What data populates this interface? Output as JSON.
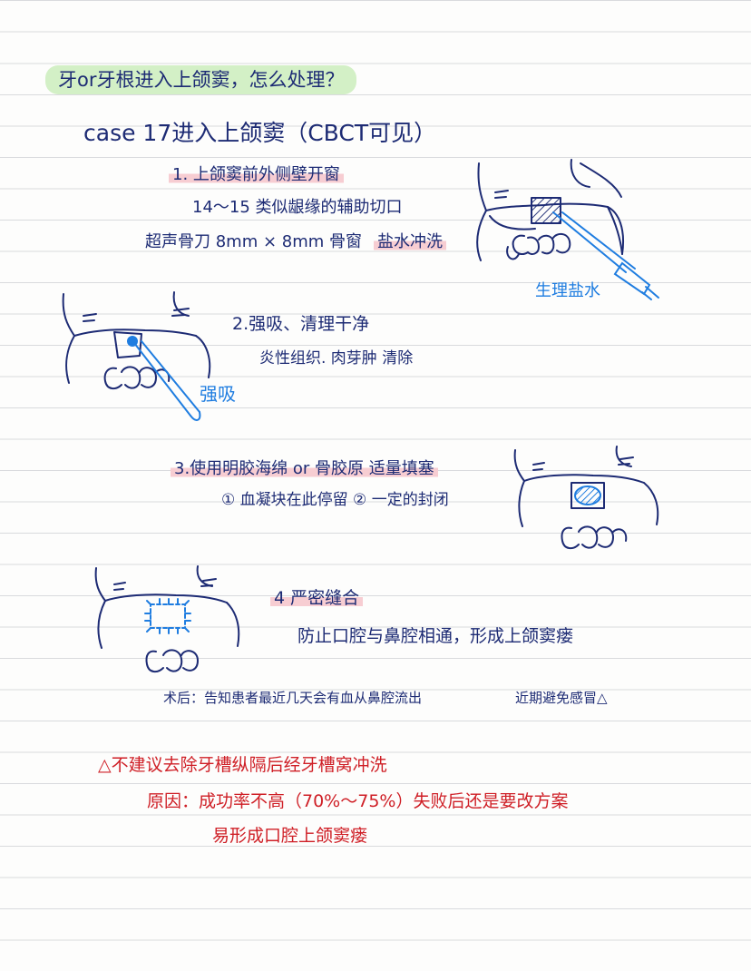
{
  "title": "牙or牙根进入上颌窦，怎么处理？",
  "case_line": "case 17进入上颌窦（CBCT可见）",
  "steps": [
    {
      "heading": "1. 上颌窦前外侧壁开窗",
      "lines": [
        "14～15 类似龈缘的辅助切口",
        "超声骨刀 8mm × 8mm 骨窗"
      ],
      "note": "盐水冲洗",
      "figure_label": "生理盐水"
    },
    {
      "heading": "2.强吸、清理干净",
      "lines": [
        "炎性组织. 肉芽肿 清除"
      ],
      "figure_label": "强吸"
    },
    {
      "heading": "3.使用明胶海绵 or 骨胶原 适量填塞",
      "lines": [
        "① 血凝块在此停留 ② 一定的封闭"
      ]
    },
    {
      "heading": "4 严密缝合",
      "lines": [
        "防止口腔与鼻腔相通，形成上颌窦瘘"
      ]
    }
  ],
  "postop": {
    "left": "术后：告知患者最近几天会有血从鼻腔流出",
    "right": "近期避免感冒△"
  },
  "warning": {
    "line1": "△不建议去除牙槽纵隔后经牙槽窝冲洗",
    "line2": "原因：成功率不高（70%～75%）失败后还是要改方案",
    "line3": "易形成口腔上颌窦瘘"
  },
  "colors": {
    "ink": "#1d2b74",
    "figure_ink": "#1f7de0",
    "warning": "#cf1f26",
    "highlight_green": "#d3f0c6",
    "highlight_pink": "#f7cdd2"
  }
}
